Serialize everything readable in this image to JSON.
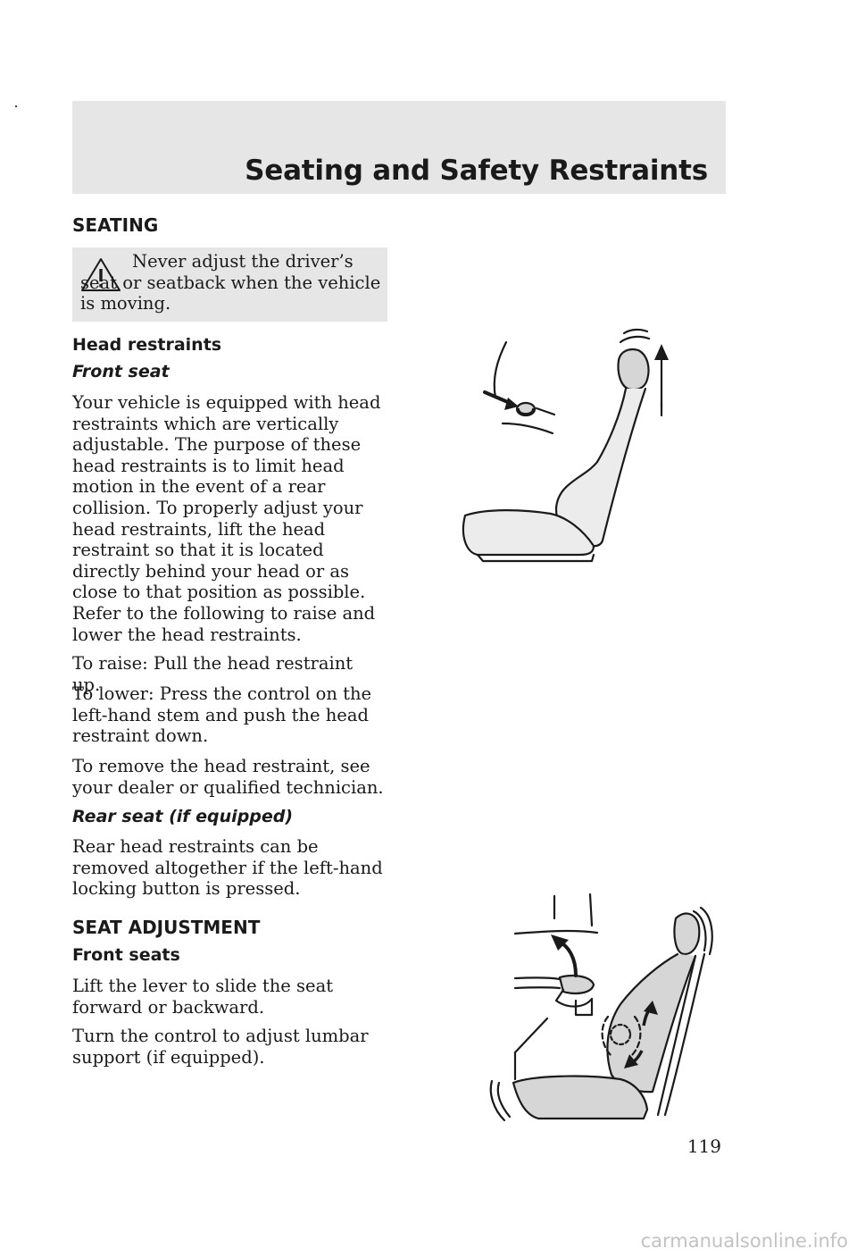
{
  "header": {
    "title": "Seating and Safety Restraints"
  },
  "seating": {
    "heading": "SEATING",
    "warning": "Never adjust the driver’s seat or seatback when the vehicle is moving."
  },
  "head_restraints": {
    "heading": "Head restraints",
    "front_seat": {
      "heading": "Front seat",
      "para1": "Your vehicle is equipped with head restraints which are vertically adjustable. The purpose of these head restraints is to limit head motion in the event of a rear collision. To properly adjust your head restraints, lift the head restraint so that it is located directly behind your head or as close to that position as possible. Refer to the following to raise and lower the head restraints.",
      "para2": "To raise: Pull the head restraint up.",
      "para3": "To lower: Press the control on the left-hand stem and push the head restraint down.",
      "para4": "To remove the head restraint, see your dealer or qualified technician."
    },
    "rear_seat": {
      "heading": "Rear seat (if equipped)",
      "para1": "Rear head restraints can be removed altogether if the left-hand locking button is pressed."
    }
  },
  "seat_adjustment": {
    "heading": "SEAT ADJUSTMENT",
    "front_seats": {
      "heading": "Front seats",
      "para1": "Lift the lever to slide the seat forward or backward.",
      "para2": "Turn the control to adjust lumbar support (if equipped)."
    }
  },
  "footer": {
    "page_number": "119",
    "watermark": "carmanualsonline.info"
  }
}
